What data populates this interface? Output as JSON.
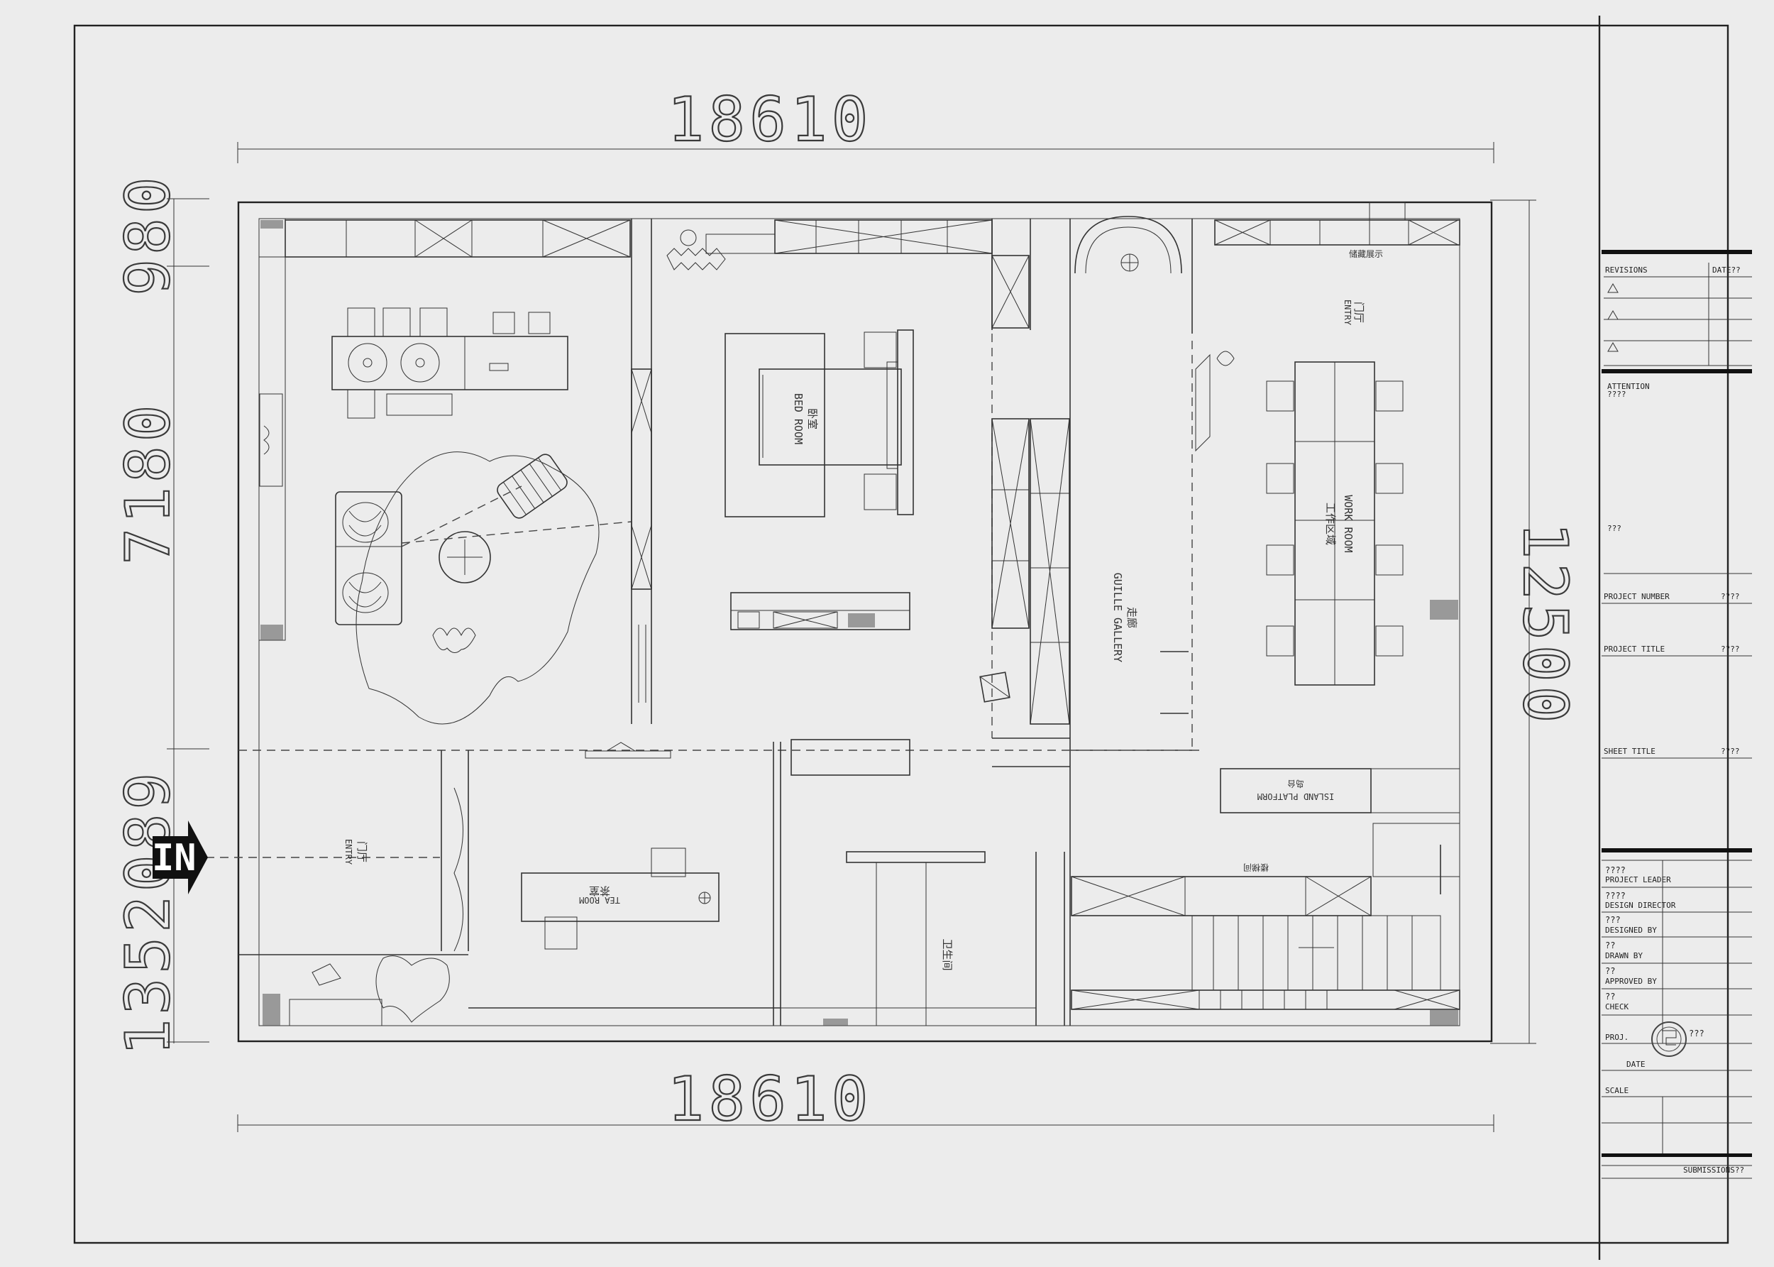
{
  "dimensions": {
    "top_width": "18610",
    "bottom_width": "18610",
    "left_top": "980",
    "left_middle": "7180",
    "left_bottom": "1352089",
    "right": "12500"
  },
  "entry_marker": "IN",
  "rooms": {
    "bedroom": {
      "cn": "卧室",
      "en": "BED ROOM"
    },
    "entry_front": {
      "cn": "门厅",
      "en": "ENTRY"
    },
    "work_room": {
      "cn": "工作区域",
      "en": "WORK ROOM"
    },
    "gallery": {
      "cn": "走廊",
      "en": "GUILLE GALLERY"
    },
    "entry_left": {
      "cn": "门厅",
      "en": "ENTRY"
    },
    "tea_room": {
      "cn": "茶室",
      "en": "TEA ROOM"
    },
    "bathroom": {
      "cn": "卫生间",
      "en": ""
    },
    "island": {
      "cn": "岛台",
      "en": "ISLAND PLATFORM"
    },
    "stair": {
      "cn": "楼梯间",
      "en": ""
    },
    "top_right_note": "储藏展示"
  },
  "title_block": {
    "revisions_label": "REVISIONS",
    "date_label": "DATE??",
    "attention_label": "ATTENTION",
    "attention_value": "????",
    "attention_note": "???",
    "project_number_label": "PROJECT NUMBER",
    "project_number_value": "????",
    "project_title_label": "PROJECT TITLE",
    "project_title_value": "????",
    "sheet_title_label": "SHEET TITLE",
    "sheet_title_value": "????",
    "roles": [
      {
        "value": "????",
        "label": "PROJECT LEADER"
      },
      {
        "value": "????",
        "label": "DESIGN DIRECTOR"
      },
      {
        "value": "???",
        "label": "DESIGNED BY"
      },
      {
        "value": "??",
        "label": "DRAWN BY"
      },
      {
        "value": "??",
        "label": "APPROVED BY"
      },
      {
        "value": "??",
        "label": "CHECK"
      }
    ],
    "proj_label": "PROJ.",
    "proj_value": "???",
    "date_row_label": "DATE",
    "scale_label": "SCALE",
    "submissions_label": "SUBMISSIONS??"
  },
  "colors": {
    "paper": "#ececec",
    "line": "#333333"
  }
}
